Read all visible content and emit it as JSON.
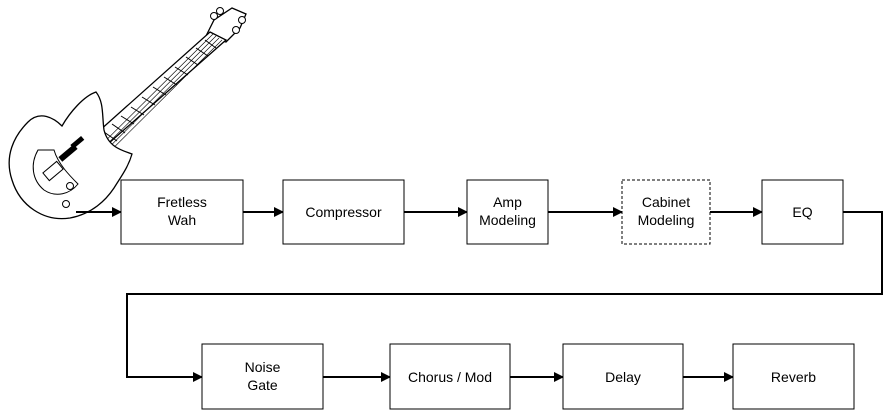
{
  "blocks": [
    {
      "id": "fretless-wah",
      "lines": [
        "Fretless",
        "Wah"
      ],
      "dashed": false
    },
    {
      "id": "compressor",
      "lines": [
        "Compressor"
      ],
      "dashed": false
    },
    {
      "id": "amp-modeling",
      "lines": [
        "Amp",
        "Modeling"
      ],
      "dashed": false
    },
    {
      "id": "cabinet-modeling",
      "lines": [
        "Cabinet",
        "Modeling"
      ],
      "dashed": true
    },
    {
      "id": "eq",
      "lines": [
        "EQ"
      ],
      "dashed": false
    },
    {
      "id": "noise-gate",
      "lines": [
        "Noise",
        "Gate"
      ],
      "dashed": false
    },
    {
      "id": "chorus-mod",
      "lines": [
        "Chorus / Mod"
      ],
      "dashed": false
    },
    {
      "id": "delay",
      "lines": [
        "Delay"
      ],
      "dashed": false
    },
    {
      "id": "reverb",
      "lines": [
        "Reverb"
      ],
      "dashed": false
    }
  ],
  "colors": {
    "stroke": "#000000",
    "fill": "#ffffff"
  },
  "icons": {
    "source": "bass-guitar-icon"
  }
}
